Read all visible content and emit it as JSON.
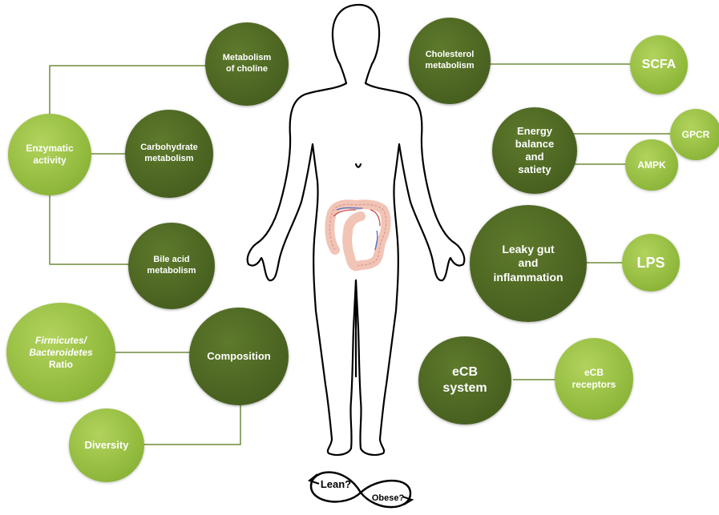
{
  "nodes": {
    "metabolism_choline": {
      "line1": "Metabolism",
      "line2": "of choline"
    },
    "enzymatic_activity": {
      "line1": "Enzymatic",
      "line2": "activity"
    },
    "carbohydrate_metabolism": {
      "line1": "Carbohydrate",
      "line2": "metabolism"
    },
    "bile_acid_metabolism": {
      "line1": "Bile acid",
      "line2": "metabolism"
    },
    "firmicutes_ratio": {
      "line1": "Firmicutes/",
      "line2": "Bacteroidetes",
      "line3": "Ratio"
    },
    "composition": {
      "label": "Composition"
    },
    "diversity": {
      "label": "Diversity"
    },
    "cholesterol_metabolism": {
      "line1": "Cholesterol",
      "line2": "metabolism"
    },
    "scfa": {
      "label": "SCFA"
    },
    "energy_balance": {
      "line1": "Energy",
      "line2": "balance",
      "line3": "and",
      "line4": "satiety"
    },
    "gpcr": {
      "label": "GPCR"
    },
    "ampk": {
      "label": "AMPK"
    },
    "leaky_gut": {
      "line1": "Leaky gut",
      "line2": "and",
      "line3": "inflammation"
    },
    "lps": {
      "label": "LPS"
    },
    "ecb_system": {
      "line1": "eCB",
      "line2": "system"
    },
    "ecb_receptors": {
      "line1": "eCB",
      "line2": "receptors"
    }
  },
  "cycle": {
    "lean": "Lean?",
    "obese": "Obese?"
  },
  "colors": {
    "dark_node": "#4d6622",
    "light_node": "#93bb3e",
    "connector": "#6f8c3a",
    "outline": "#000000",
    "colon": "#f2c4b6"
  }
}
